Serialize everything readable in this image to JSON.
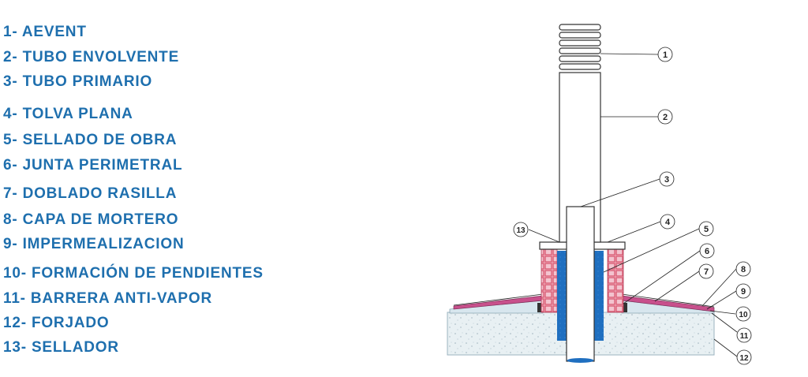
{
  "legend": {
    "items": [
      {
        "num": "1",
        "label": "1- AEVENT"
      },
      {
        "num": "2",
        "label": "2- TUBO ENVOLVENTE"
      },
      {
        "num": "3",
        "label": "3- TUBO PRIMARIO"
      },
      {
        "num": "4",
        "label": "4- TOLVA PLANA"
      },
      {
        "num": "5",
        "label": "5- SELLADO DE OBRA"
      },
      {
        "num": "6",
        "label": "6- JUNTA PERIMETRAL"
      },
      {
        "num": "7",
        "label": "7- DOBLADO RASILLA"
      },
      {
        "num": "8",
        "label": "8- CAPA DE MORTERO"
      },
      {
        "num": "9",
        "label": "9- IMPERMEALIZACION"
      },
      {
        "num": "10",
        "label": "10- FORMACIÓN DE PENDIENTES"
      },
      {
        "num": "11",
        "label": "11- BARRERA ANTI-VAPOR"
      },
      {
        "num": "12",
        "label": "12- FORJADO"
      },
      {
        "num": "13",
        "label": "13- SELLADOR"
      }
    ]
  },
  "colors": {
    "legend_text": "#1e6fae",
    "pipe_blue": "#1f6fc0",
    "brick": "#d9556f",
    "slab": "#e6eef2",
    "membrane": "#c8508c"
  }
}
